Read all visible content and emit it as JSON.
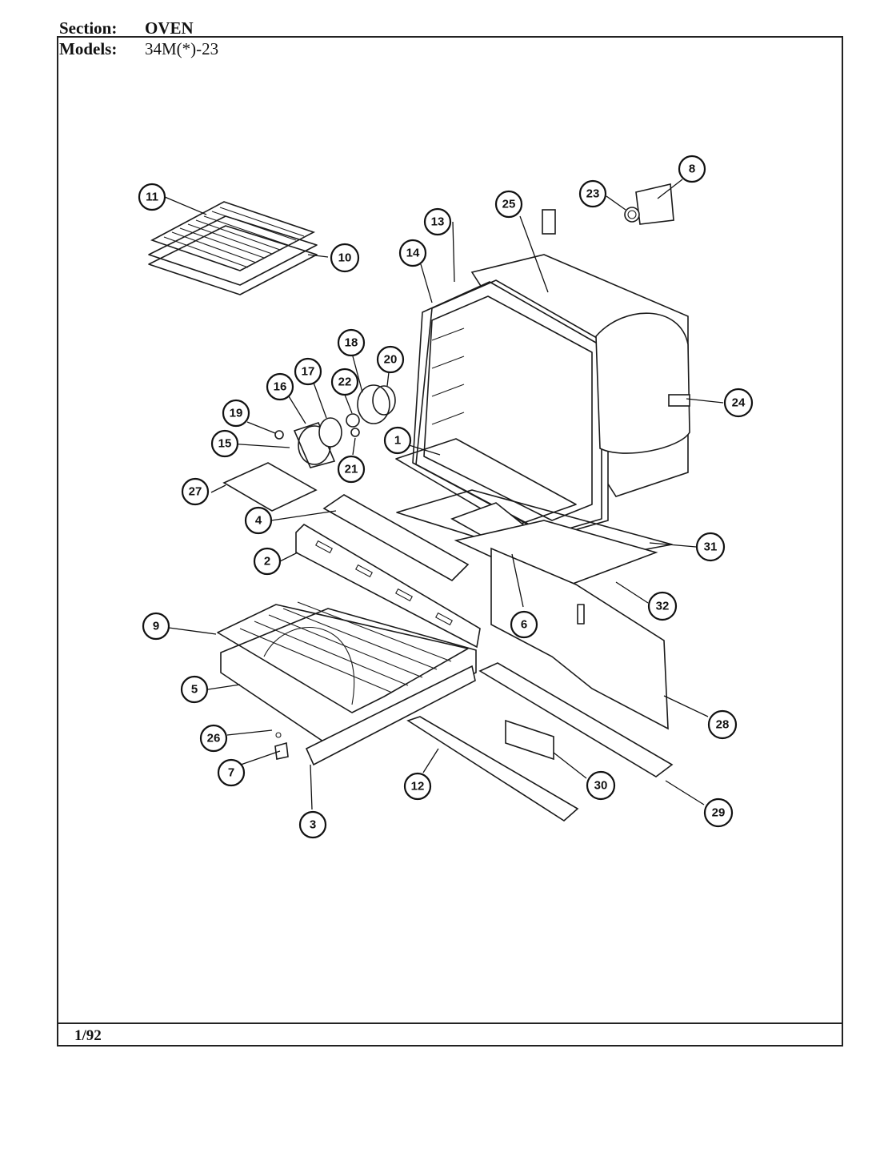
{
  "header": {
    "section_label": "Section:",
    "section_value": "OVEN",
    "models_label": "Models:",
    "models_value": "34M(*)-23"
  },
  "footer": {
    "date": "1/92"
  },
  "callouts": [
    "1",
    "2",
    "3",
    "4",
    "5",
    "6",
    "7",
    "8",
    "9",
    "10",
    "11",
    "12",
    "13",
    "14",
    "15",
    "16",
    "17",
    "18",
    "19",
    "20",
    "21",
    "22",
    "23",
    "24",
    "25",
    "26",
    "27",
    "28",
    "29",
    "30",
    "31",
    "32"
  ]
}
